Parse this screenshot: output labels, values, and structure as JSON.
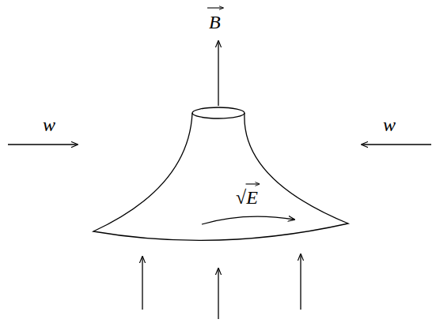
{
  "diagram": {
    "nodes": [
      {
        "text": [
          "√E"
        ]
      }
    ],
    "labels": [
      "B",
      "w",
      "w"
    ]
  }
}
